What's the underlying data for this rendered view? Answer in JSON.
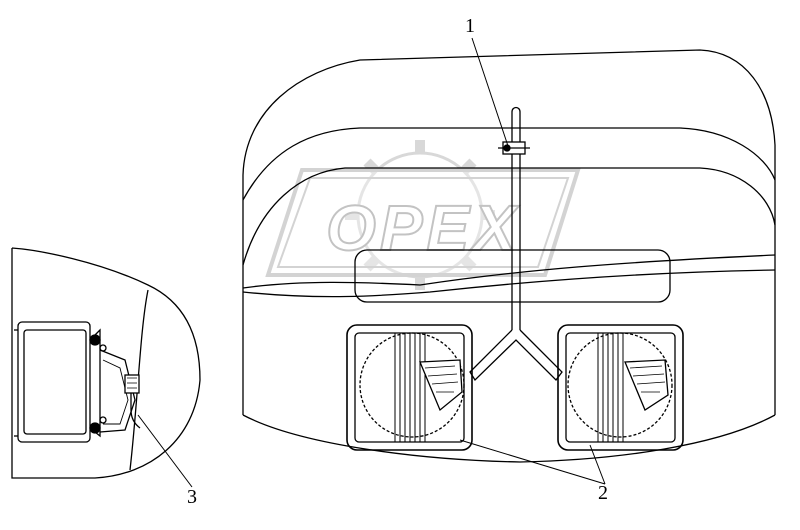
{
  "figure": {
    "watermark_text": "OPEX",
    "colors": {
      "line": "#000000",
      "watermark": "#d9d9d9",
      "background": "#ffffff"
    }
  },
  "callouts": [
    {
      "number": "1",
      "part": "clamp-fastener"
    },
    {
      "number": "2",
      "part": "headlamp-units"
    },
    {
      "number": "3",
      "part": "lamp-wiring-connector"
    }
  ]
}
